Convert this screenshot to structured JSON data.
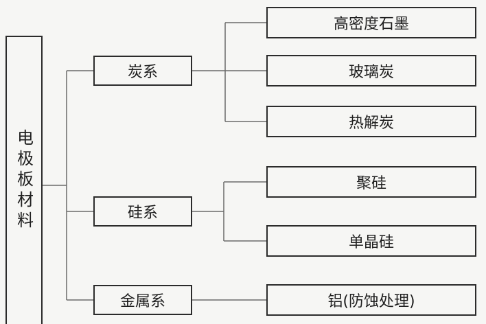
{
  "root": {
    "label": "电极板材料"
  },
  "categories": [
    {
      "label": "炭系",
      "children": [
        "高密度石墨",
        "玻璃炭",
        "热解炭"
      ]
    },
    {
      "label": "硅系",
      "children": [
        "聚硅",
        "单晶硅"
      ]
    },
    {
      "label": "金属系",
      "children": [
        "铝(防蚀处理)"
      ]
    }
  ]
}
